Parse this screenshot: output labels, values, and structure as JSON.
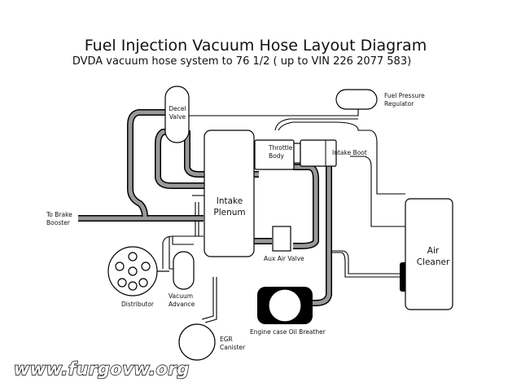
{
  "title": "Fuel Injection Vacuum Hose Layout Diagram",
  "subtitle": "DVDA vacuum hose system to 76 1/2 ( up to VIN 226 2077 583)",
  "components": {
    "decel_valve": [
      "Decel",
      "Valve"
    ],
    "fuel_pressure_regulator": [
      "Fuel Pressure",
      "Regulator"
    ],
    "throttle_body": [
      "Throttle",
      "Body"
    ],
    "intake_boot": "Intake Boot",
    "intake_plenum": [
      "Intake",
      "Plenum"
    ],
    "air_cleaner": [
      "Air",
      "Cleaner"
    ],
    "to_brake_booster": [
      "To Brake",
      "Booster"
    ],
    "aux_air_valve": "Aux Air Valve",
    "distributor": "Distributor",
    "vacuum_advance": [
      "Vacuum",
      "Advance"
    ],
    "egr_canister": [
      "EGR",
      "Canister"
    ],
    "engine_case_oil_breather": "Engine case Oil Breather"
  },
  "watermark": "www.furgovw.org"
}
